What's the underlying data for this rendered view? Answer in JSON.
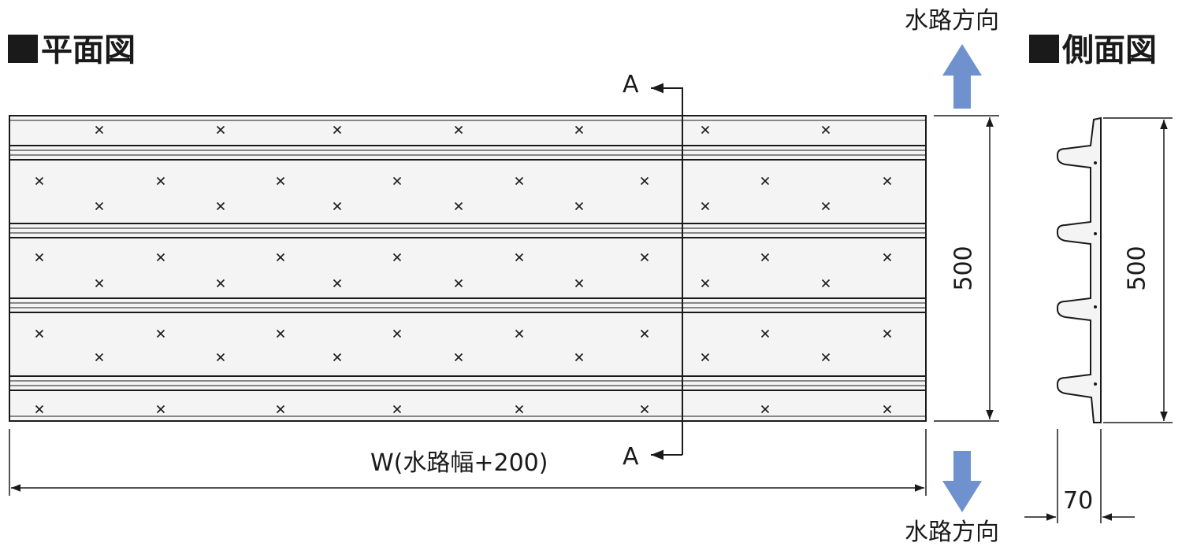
{
  "plan_view": {
    "title": "平面図"
  },
  "side_view": {
    "title": "側面図"
  },
  "flow_direction": {
    "label_top": "水路方向",
    "label_bottom": "水路方向",
    "arrow_color": "#6f92cf"
  },
  "section": {
    "label_top": "A",
    "label_bottom": "A"
  },
  "dimensions": {
    "width_label": "W(水路幅+200)",
    "plan_height": "500",
    "side_height": "500",
    "side_thickness": "70"
  },
  "colors": {
    "panel_fill": "#f4f4f4",
    "line": "#1a1a1a"
  }
}
